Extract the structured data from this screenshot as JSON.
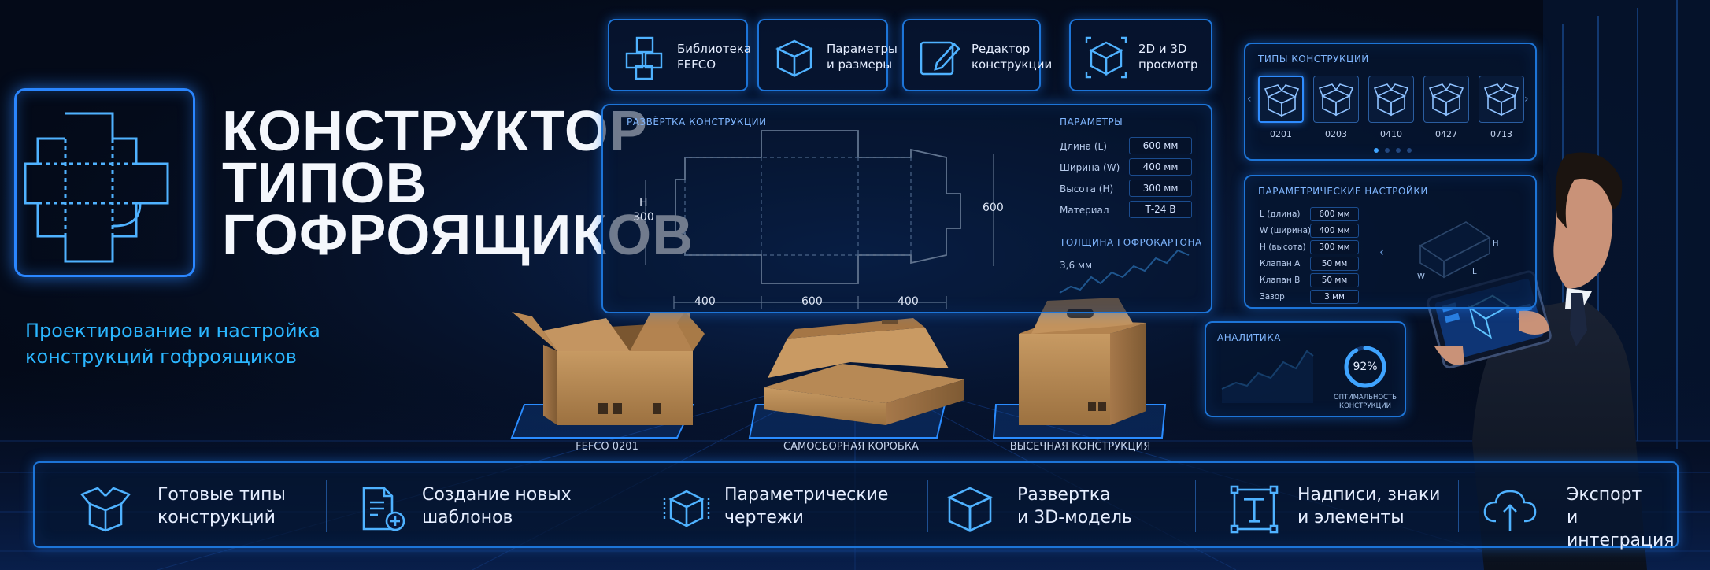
{
  "colors": {
    "accent": "#1d75d8",
    "subtitle": "#2bb6ff",
    "background": "#040a18",
    "text": "#f4f7fc"
  },
  "logo": {
    "icon": "box-unfold-template-icon"
  },
  "title": {
    "lines": [
      "КОНСТРУКТОР",
      "ТИПОВ",
      "ГОФРОЯЩИКОВ"
    ]
  },
  "subtitle": "Проектирование и настройка конструкций гофроящиков",
  "top_tiles": [
    {
      "label": "Библиотека\nFEFCO",
      "icon": "boxes-stack-icon"
    },
    {
      "label": "Параметры\nи размеры",
      "icon": "cube-dimensions-icon"
    },
    {
      "label": "Редактор\nконструкции",
      "icon": "edit-pencil-icon"
    },
    {
      "label": "2D и 3D\nпросмотр",
      "icon": "cube-3d-icon"
    }
  ],
  "unfold_panel": {
    "title": "РАЗВЁРТКА КОНСТРУКЦИИ",
    "dims": {
      "h_label": "H",
      "height": "300",
      "total_height": "600",
      "bottom": [
        "400",
        "600",
        "400"
      ]
    }
  },
  "params": {
    "title": "ПАРАМЕТРЫ",
    "rows": [
      {
        "label": "Длина (L)",
        "value": "600 мм"
      },
      {
        "label": "Ширина (W)",
        "value": "400 мм"
      },
      {
        "label": "Высота (H)",
        "value": "300 мм"
      },
      {
        "label": "Материал",
        "value": "Т-24 В"
      }
    ],
    "thickness_title": "ТОЛЩИНА ГОФРОКАРТОНА",
    "thickness_value": "3,6 мм"
  },
  "types_panel": {
    "title": "ТИПЫ КОНСТРУКЦИЙ",
    "codes": [
      "0201",
      "0203",
      "0410",
      "0427",
      "0713"
    ],
    "selected_index": 0,
    "page_dots": 4,
    "active_dot": 0
  },
  "param_settings": {
    "title": "ПАРАМЕТРИЧЕСКИЕ НАСТРОЙКИ",
    "rows": [
      {
        "label": "L (длина)",
        "value": "600 мм"
      },
      {
        "label": "W (ширина)",
        "value": "400 мм"
      },
      {
        "label": "H (высота)",
        "value": "300 мм"
      },
      {
        "label": "Клапан А",
        "value": "50 мм"
      },
      {
        "label": "Клапан В",
        "value": "50 мм"
      },
      {
        "label": "Зазор",
        "value": "3 мм"
      }
    ],
    "axis_labels": {
      "h": "H",
      "w": "W",
      "l": "L"
    }
  },
  "analytics": {
    "title": "АНАЛИТИКА",
    "percent": 92,
    "percent_label": "92%",
    "caption": "ОПТИМАЛЬНОСТЬ КОНСТРУКЦИИ"
  },
  "box_labels": [
    "FEFCO 0201",
    "САМОСБОРНАЯ КОРОБКА",
    "ВЫСЕЧНАЯ КОНСТРУКЦИЯ"
  ],
  "features": [
    {
      "label": "Готовые типы\nконструкций",
      "icon": "open-box-icon"
    },
    {
      "label": "Создание новых\nшаблонов",
      "icon": "document-add-icon"
    },
    {
      "label": "Параметрические\nчертежи",
      "icon": "cube-measure-icon"
    },
    {
      "label": "Развертка\nи 3D-модель",
      "icon": "cube-icon"
    },
    {
      "label": "Надписи, знаки\nи элементы",
      "icon": "text-frame-icon"
    },
    {
      "label": "Экспорт\nи интеграция",
      "icon": "cloud-upload-icon"
    }
  ]
}
